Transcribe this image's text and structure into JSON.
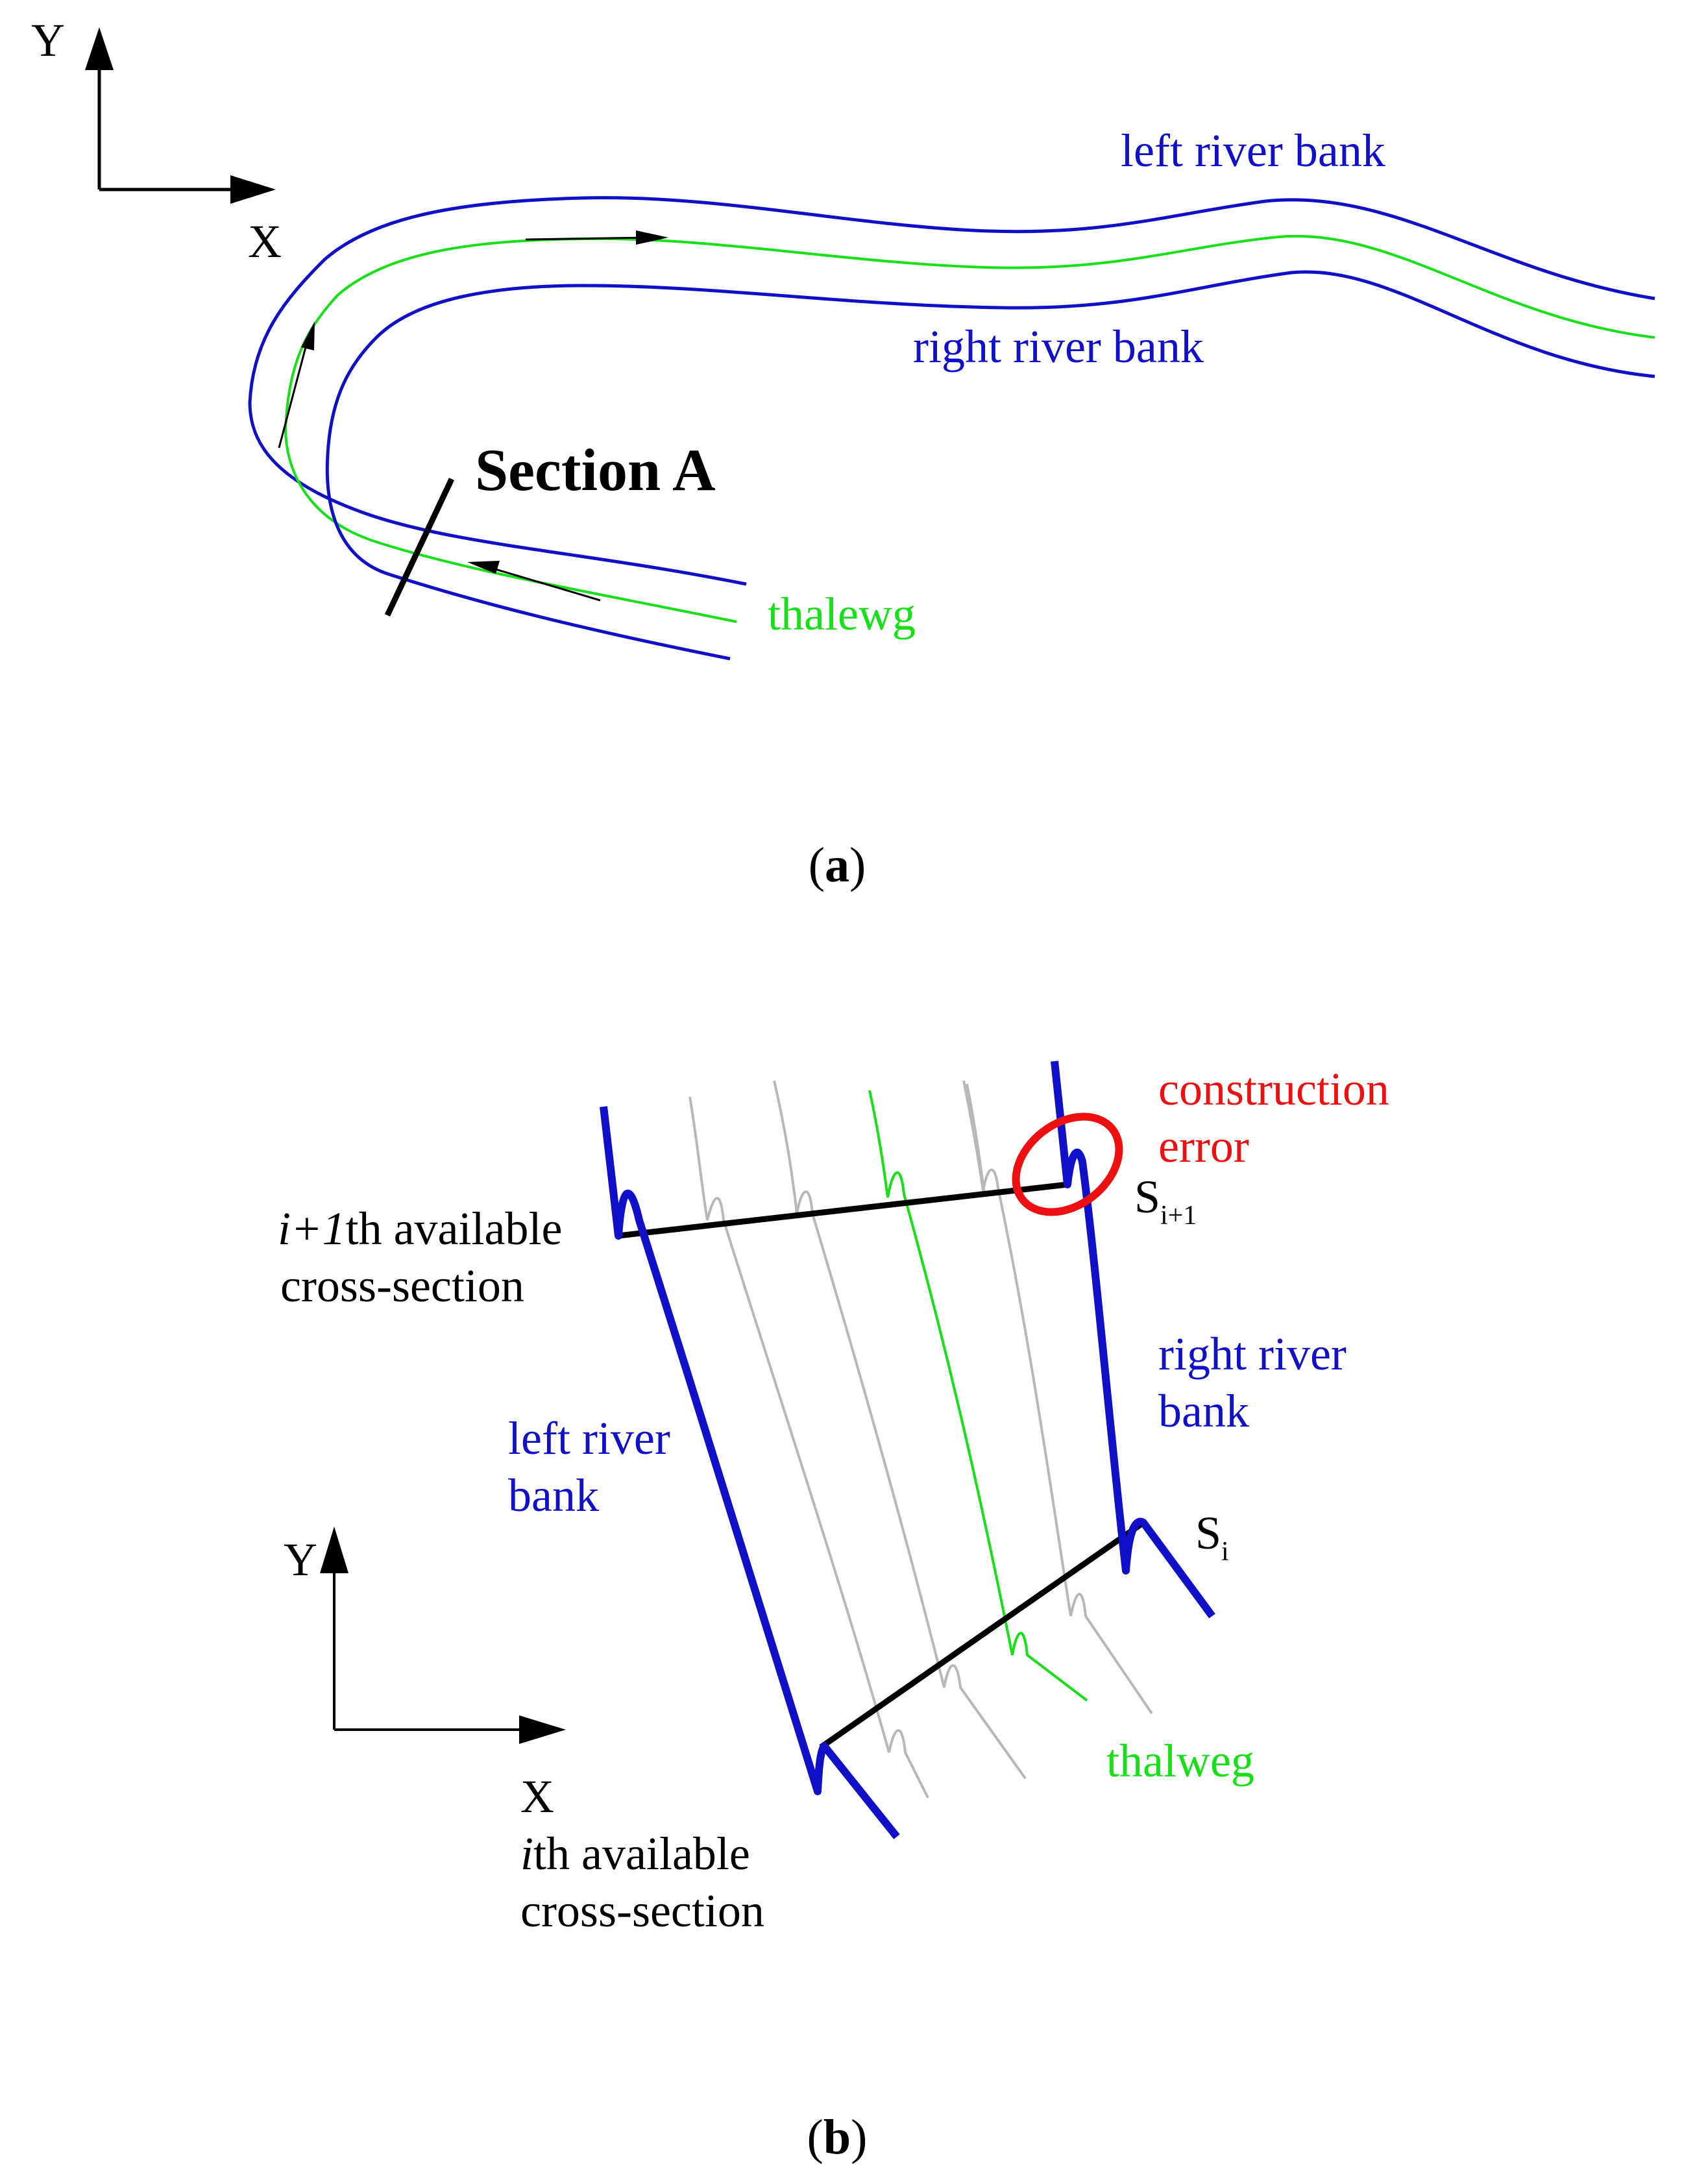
{
  "colors": {
    "bank": "#1010c8",
    "thalweg": "#18e018",
    "interp": "#b8b8b8",
    "section": "#000000",
    "error": "#ee1010"
  },
  "panel_a": {
    "axis_y": "Y",
    "axis_x": "X",
    "left_bank_label": "left river bank",
    "right_bank_label": "right river bank",
    "thalweg_label": "thalewg",
    "section_label": "Section A",
    "caption": "a"
  },
  "panel_b": {
    "error_line1": "construction",
    "error_line2": "error",
    "s_upper_base": "S",
    "s_upper_sub": "i+1",
    "s_lower_base": "S",
    "s_lower_sub": "i",
    "upper_cs_italic": "i+1",
    "upper_cs_rest": "th available",
    "upper_cs_line2": "cross-section",
    "right_bank_line1": "right river",
    "right_bank_line2": "bank",
    "left_bank_line1": "left river",
    "left_bank_line2": "bank",
    "axis_y": "Y",
    "axis_x": "X",
    "thalweg_label": "thalweg",
    "lower_cs_italic": "i",
    "lower_cs_rest": "th available",
    "lower_cs_line2": "cross-section",
    "caption": "b"
  }
}
